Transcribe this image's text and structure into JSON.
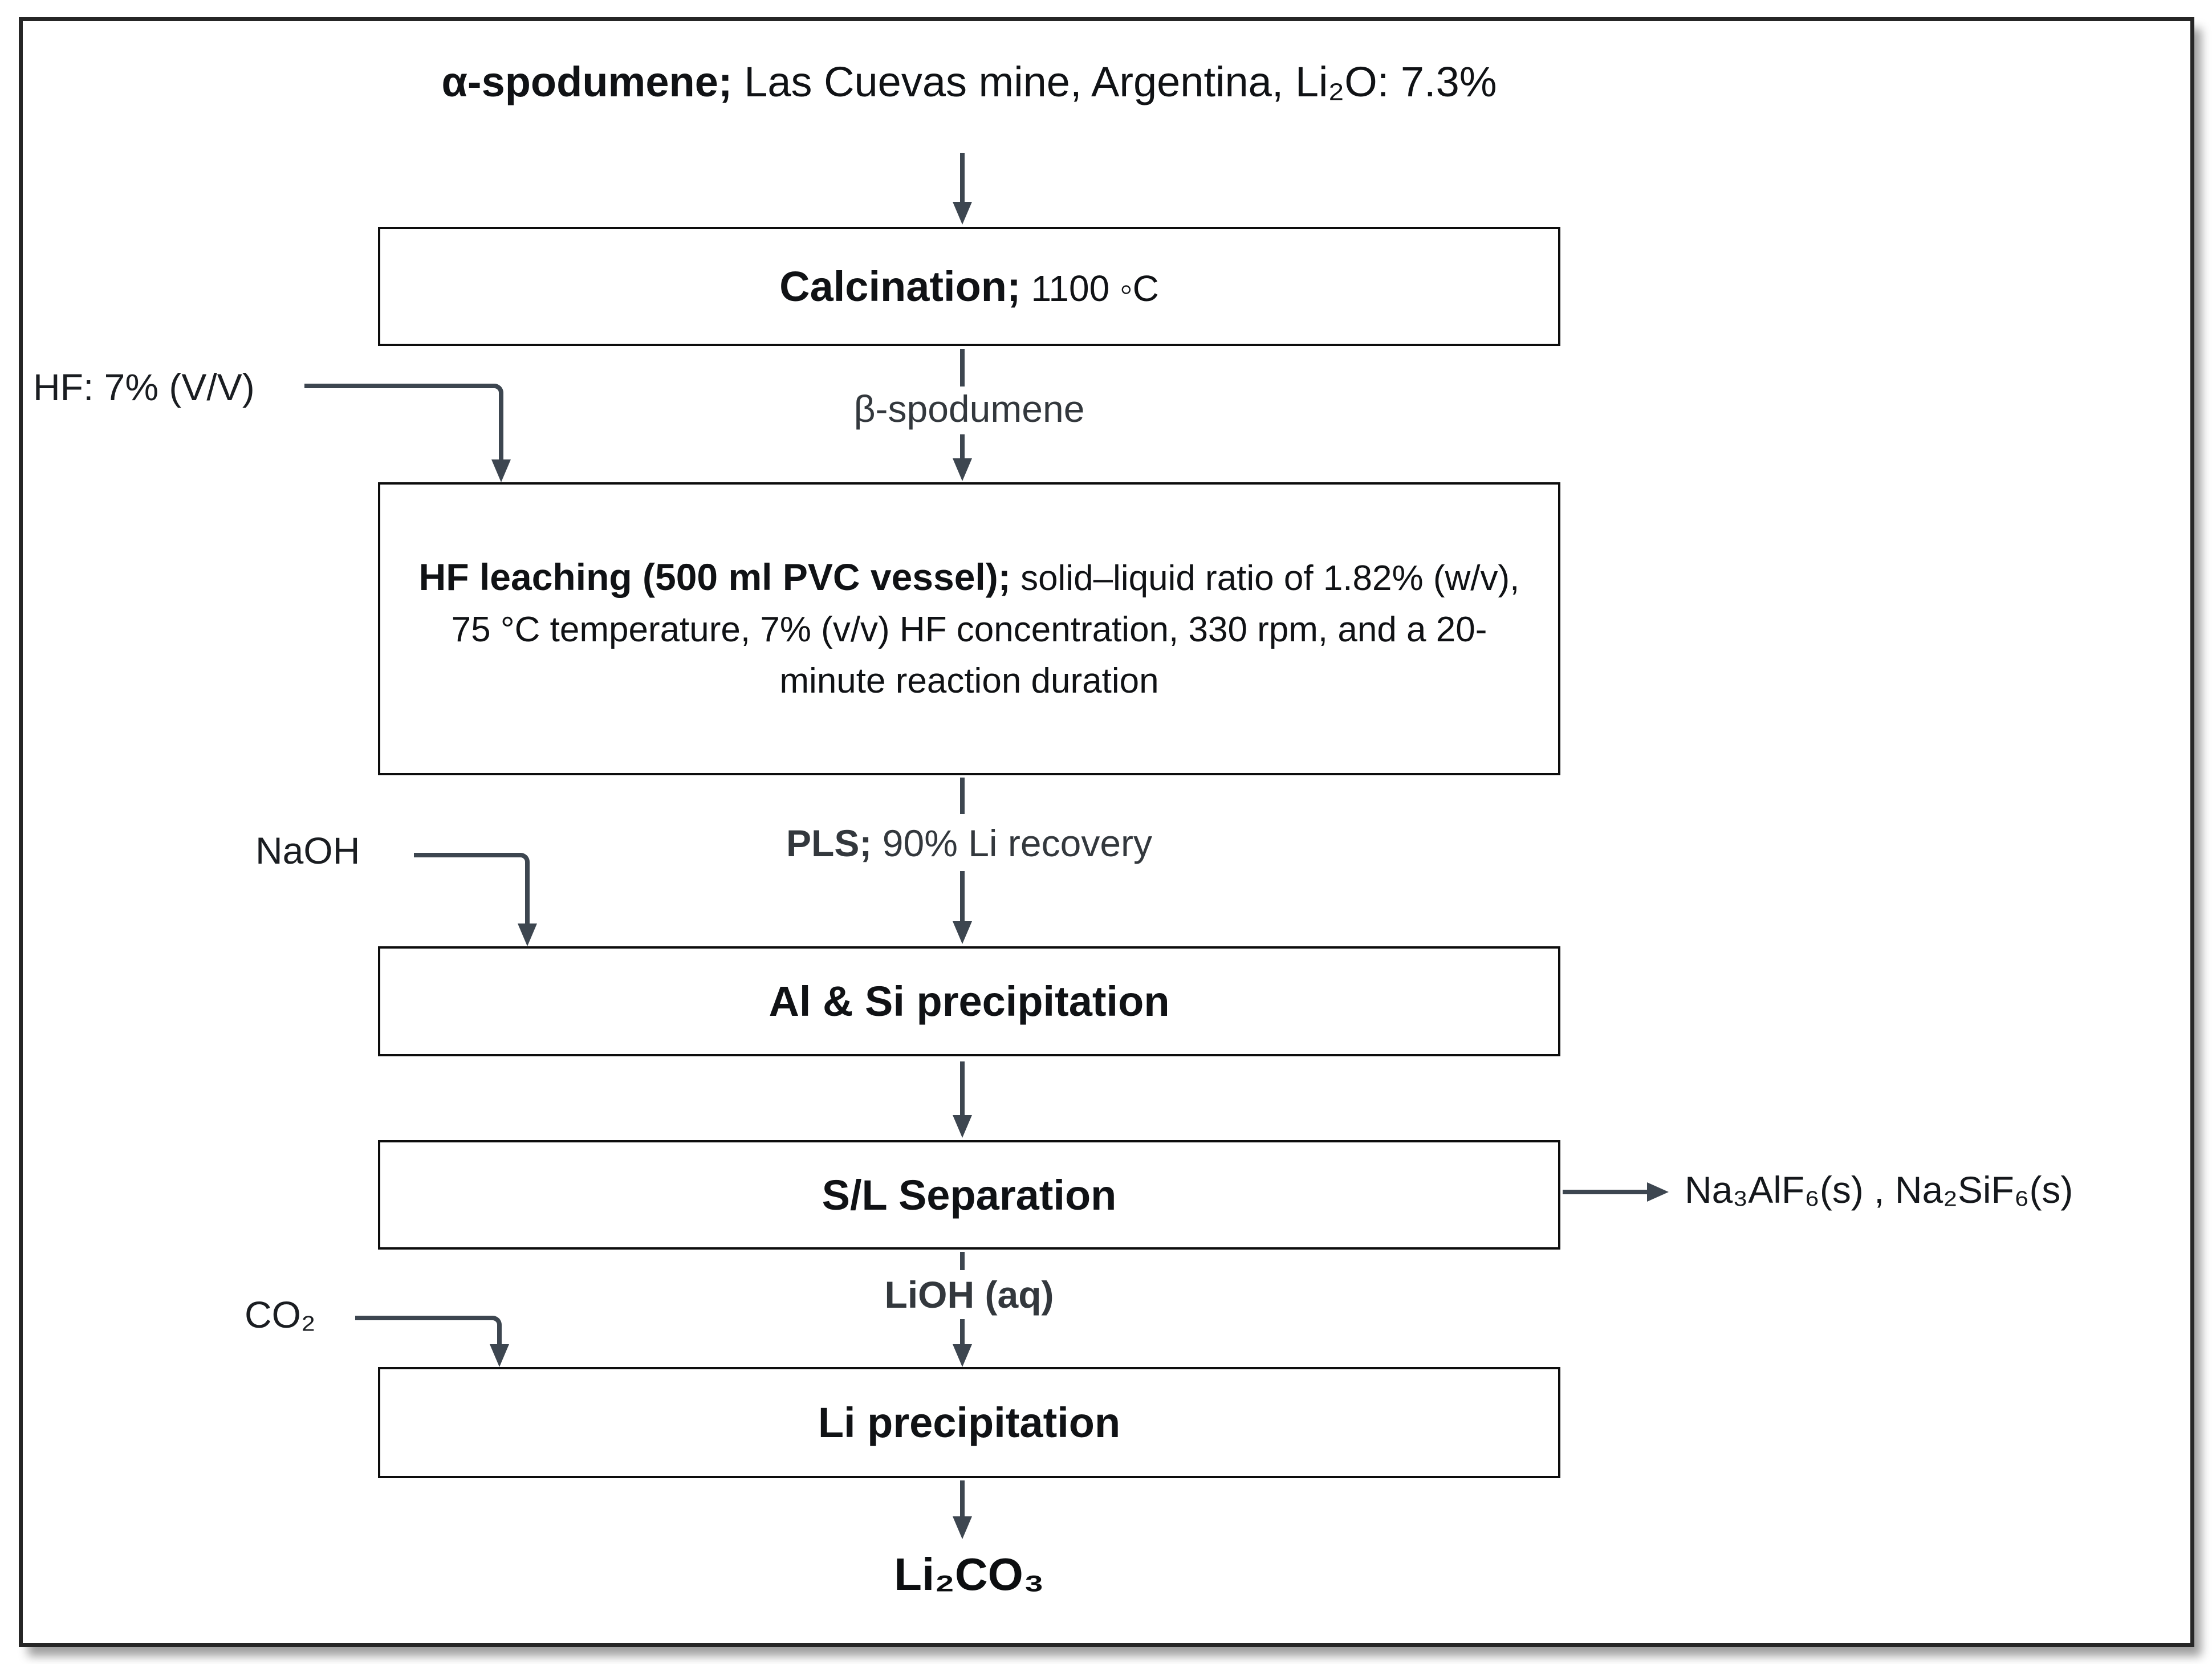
{
  "diagram": {
    "source": {
      "bold": "α-spodumene;",
      "rest": "Las Cuevas mine, Argentina, Li₂O: 7.3%"
    },
    "nodes": {
      "calcination": {
        "bold": "Calcination;",
        "rest": "1100 ◦C"
      },
      "hf_leaching": {
        "bold": "HF leaching (500 ml PVC vessel);",
        "rest": "solid–liquid ratio of 1.82% (w/v), 75 °C temperature, 7% (v/v) HF concentration, 330 rpm, and a 20-minute reaction duration"
      },
      "al_si_precipitation": {
        "label": "Al & Si precipitation"
      },
      "sl_separation": {
        "label": "S/L Separation"
      },
      "li_precipitation": {
        "label": "Li precipitation"
      }
    },
    "streams": {
      "beta_spodumene": "β-spodumene",
      "pls": {
        "bold": "PLS;",
        "rest": "90% Li recovery"
      },
      "lioh": "LiOH (aq)",
      "solid_byproducts": "Na₃AlF₆(s) , Na₂SiF₆(s)",
      "final_product": "Li₂CO₃"
    },
    "inputs": {
      "hf": "HF: 7% (V/V)",
      "naoh": "NaOH",
      "co2": "CO₂"
    },
    "colors": {
      "arrow": "#3d4650",
      "box_border": "#0d0d0d",
      "text": "#101215",
      "label_text": "#33383d"
    }
  }
}
